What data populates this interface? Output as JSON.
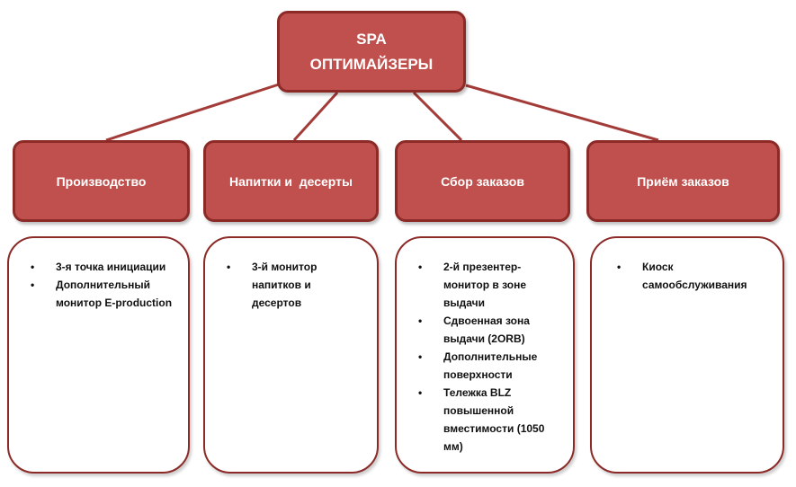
{
  "root": {
    "line1": "SPA",
    "line2": "ОПТИМАЙЗЕРЫ"
  },
  "categories": [
    {
      "title": "Производство",
      "items": [
        "3-я точка инициации",
        "Дополнительный монитор E-production"
      ]
    },
    {
      "title": "Напитки и  десерты",
      "items": [
        "3-й монитор напитков и десертов"
      ]
    },
    {
      "title": "Сбор заказов",
      "items": [
        "2-й презентер-монитор в зоне выдачи",
        "Сдвоенная зона выдачи (2ORB)",
        "Дополнительные поверхности",
        "Тележка BLZ повышенной вместимости (1050 мм)"
      ]
    },
    {
      "title": "Приём заказов",
      "items": [
        "Киоск самообслуживания"
      ]
    }
  ],
  "colors": {
    "box_fill": "#c0504d",
    "box_border": "#8c2a28",
    "connector": "#a33b39"
  }
}
